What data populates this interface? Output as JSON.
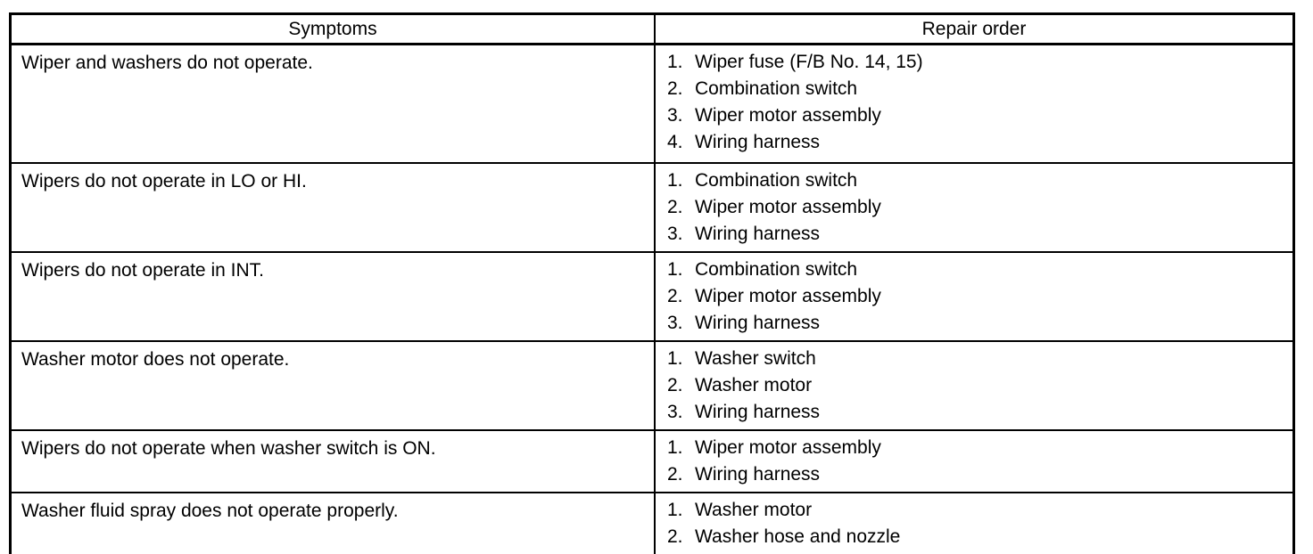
{
  "colors": {
    "background": "#ffffff",
    "border": "#000000",
    "text": "#000000"
  },
  "table": {
    "headers": {
      "symptoms": "Symptoms",
      "repair_order": "Repair order"
    },
    "rows": [
      {
        "symptom": "Wiper and washers do not operate.",
        "repairs": [
          {
            "num": "1.",
            "text": "Wiper fuse (F/B No. 14, 15)"
          },
          {
            "num": "2.",
            "text": "Combination switch"
          },
          {
            "num": "3.",
            "text": "Wiper motor assembly"
          },
          {
            "num": "4.",
            "text": "Wiring harness"
          }
        ]
      },
      {
        "symptom": "Wipers do not operate in LO or HI.",
        "repairs": [
          {
            "num": "1.",
            "text": "Combination switch"
          },
          {
            "num": "2.",
            "text": "Wiper motor assembly"
          },
          {
            "num": "3.",
            "text": "Wiring harness"
          }
        ]
      },
      {
        "symptom": "Wipers do not operate in INT.",
        "repairs": [
          {
            "num": "1.",
            "text": "Combination switch"
          },
          {
            "num": "2.",
            "text": "Wiper motor assembly"
          },
          {
            "num": "3.",
            "text": "Wiring harness"
          }
        ]
      },
      {
        "symptom": "Washer motor does not operate.",
        "repairs": [
          {
            "num": "1.",
            "text": "Washer switch"
          },
          {
            "num": "2.",
            "text": "Washer motor"
          },
          {
            "num": "3.",
            "text": "Wiring harness"
          }
        ]
      },
      {
        "symptom": "Wipers do not operate when washer switch is ON.",
        "repairs": [
          {
            "num": "1.",
            "text": "Wiper motor assembly"
          },
          {
            "num": "2.",
            "text": "Wiring harness"
          }
        ]
      },
      {
        "symptom": "Washer fluid spray does not operate properly.",
        "repairs": [
          {
            "num": "1.",
            "text": "Washer motor"
          },
          {
            "num": "2.",
            "text": "Washer hose and nozzle"
          }
        ]
      }
    ]
  }
}
